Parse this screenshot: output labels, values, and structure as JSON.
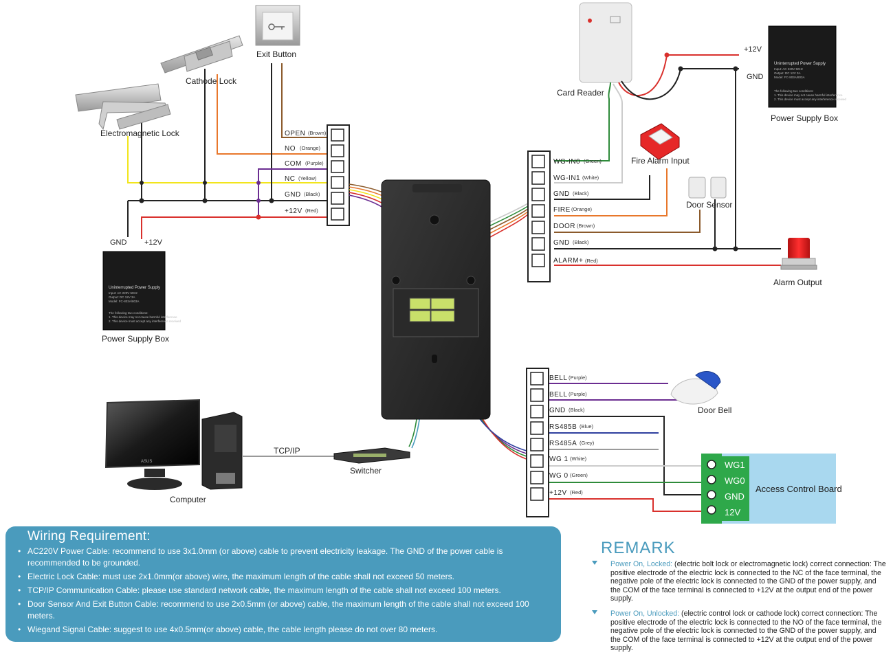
{
  "devices": {
    "exit_button": "Exit Button",
    "cathode_lock": "Cathode Lock",
    "em_lock": "Electromagnetic Lock",
    "power_supply_left": "Power Supply Box",
    "power_supply_right": "Power Supply Box",
    "card_reader": "Card Reader",
    "fire_alarm": "Fire Alarm Input",
    "door_sensor": "Door Sensor",
    "alarm_output": "Alarm Output",
    "door_bell": "Door Bell",
    "computer": "Computer",
    "switcher": "Switcher",
    "access_board": "Access Control Board"
  },
  "ups_box": {
    "title": "Uninterrupted Power Supply",
    "line1": "Input:  AC 220V 50Hz",
    "line2": "Output:  DC 12V 3A",
    "line3": "Model:  FC-803A/803A",
    "cond": "The following two conditions:",
    "cond1": "1. This device may not cause harmful interference",
    "cond2": "2. This device must accept any interference received"
  },
  "left_terminal": [
    {
      "pin": "OPEN",
      "color": "(Brown)"
    },
    {
      "pin": "NO",
      "color": "(Orange)"
    },
    {
      "pin": "COM",
      "color": "(Purple)"
    },
    {
      "pin": "NC",
      "color": "(Yellow)"
    },
    {
      "pin": "GND",
      "color": "(Black)"
    },
    {
      "pin": "+12V",
      "color": "(Red)"
    }
  ],
  "left_power": {
    "gnd": "GND",
    "v12": "+12V"
  },
  "right_top_terminal": [
    {
      "pin": "WG-IN0",
      "color": "(Green)"
    },
    {
      "pin": "WG-IN1",
      "color": "(White)"
    },
    {
      "pin": "GND",
      "color": "(Black)"
    },
    {
      "pin": "FIRE",
      "color": "(Orange)"
    },
    {
      "pin": "DOOR",
      "color": "(Brown)"
    },
    {
      "pin": "GND",
      "color": "(Black)"
    },
    {
      "pin": "ALARM+",
      "color": "(Red)"
    }
  ],
  "right_power": {
    "v12": "+12V",
    "gnd": "GND"
  },
  "right_bottom_terminal": [
    {
      "pin": "BELL",
      "color": "(Purple)"
    },
    {
      "pin": "BELL",
      "color": "(Purple)"
    },
    {
      "pin": "GND",
      "color": "(Black)"
    },
    {
      "pin": "RS485B",
      "color": "(Blue)"
    },
    {
      "pin": "RS485A",
      "color": "(Grey)"
    },
    {
      "pin": "WG 1",
      "color": "(White)"
    },
    {
      "pin": "WG 0",
      "color": "(Green)"
    },
    {
      "pin": "+12V",
      "color": "(Red)"
    }
  ],
  "board_pins": [
    "WG1",
    "WG0",
    "GND",
    "12V"
  ],
  "tcpip": "TCP/IP",
  "monitor_brand": "ASUS",
  "colors": {
    "red": "#d9302c",
    "yellow": "#f2e51c",
    "orange": "#e8772b",
    "purple": "#6b2d91",
    "black": "#222222",
    "green": "#2e8b3a",
    "blue": "#2e3f9e",
    "grey": "#9a9a9a",
    "brown": "#8b5a2b",
    "accent": "#4a9bbd",
    "board": "#a9d8ef",
    "terminal_green": "#2ea84a"
  },
  "wiring": {
    "title": "Wiring Requirement:",
    "items": [
      "AC220V Power Cable: recommend to use 3x1.0mm (or above) cable to prevent electricity leakage. The GND of the power cable is recommended to be grounded.",
      "Electric Lock Cable: must use 2x1.0mm(or above) wire, the maximum length of the cable shall not exceed 50 meters.",
      "TCP/IP Communication Cable: please use standard network cable, the maximum length of the cable shall not exceed 100 meters.",
      "Door Sensor And Exit Button Cable: recommend to use 2x0.5mm (or above) cable, the maximum length of the cable shall not exceed 100 meters.",
      "Wiegand Signal Cable: suggest to use 4x0.5mm(or above) cable, the cable length please do not over 80 meters."
    ]
  },
  "remark": {
    "title": "REMARK",
    "items": [
      {
        "head": "Power On, Locked:",
        "text": " (electric bolt lock or electromagnetic lock) correct connection: The positive electrode of the electric lock is connected to the NC of the face terminal, the negative pole of the electric lock is connected to the GND of the power supply, and the COM of the face terminal is connected to +12V at the output end of the power supply."
      },
      {
        "head": "Power On, Unlocked:",
        "text": " (electric control lock or cathode lock) correct connection: The positive electrode of the electric lock is connected to the NO of the face terminal, the negative pole of the electric lock is connected to the GND of the power supply, and the COM of the face terminal is connected to +12V at the output end of the power supply."
      }
    ]
  }
}
